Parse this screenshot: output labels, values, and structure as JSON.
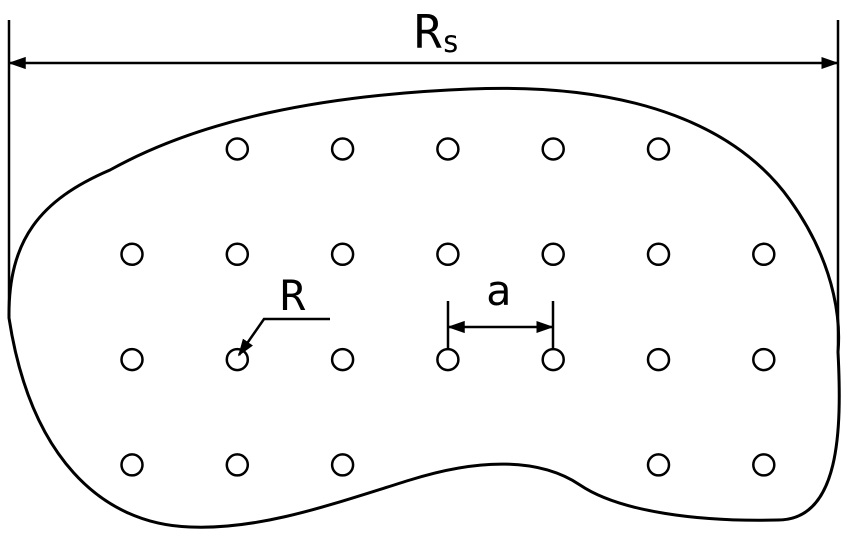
{
  "labels": {
    "width_main": "R",
    "width_sub": "s",
    "radius": "R",
    "spacing": "a"
  },
  "colors": {
    "stroke": "#000000",
    "background": "#ffffff"
  },
  "lattice": {
    "rows": [
      {
        "row": 1,
        "columns": [
          2,
          3,
          4,
          5,
          6
        ]
      },
      {
        "row": 2,
        "columns": [
          1,
          2,
          3,
          4,
          5,
          6,
          7
        ]
      },
      {
        "row": 3,
        "columns": [
          1,
          2,
          3,
          4,
          5,
          6,
          7
        ]
      },
      {
        "row": 4,
        "columns": [
          1,
          2,
          3,
          6,
          7
        ]
      }
    ]
  }
}
